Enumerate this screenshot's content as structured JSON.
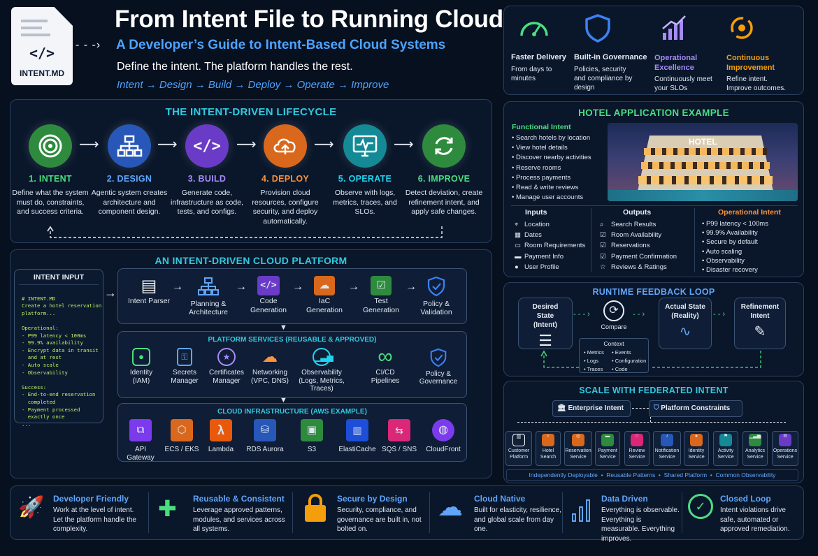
{
  "header": {
    "file_label": "INTENT.MD",
    "title": "From Intent File to Running Cloud",
    "subtitle": "A Developer’s Guide to Intent-Based Cloud Systems",
    "tagline": "Define the intent. The platform handles the rest.",
    "flow": "Intent → Design → Build → Deploy → Operate → Improve"
  },
  "benefits": [
    {
      "title": "Faster Delivery",
      "desc": "From days to minutes",
      "color": "#ffffff"
    },
    {
      "title": "Built-in Governance",
      "desc": "Policies, security and compliance by design",
      "color": "#ffffff"
    },
    {
      "title": "Operational Excellence",
      "desc": "Continuously meet your SLOs",
      "color": "#a78bfa"
    },
    {
      "title": "Continuous Improvement",
      "desc": "Refine intent. Improve outcomes.",
      "color": "#f59e0b"
    }
  ],
  "lifecycle": {
    "title": "THE INTENT-DRIVEN LIFECYCLE",
    "steps": [
      {
        "title": "1. INTENT",
        "desc": "Define what the system must do, constraints, and success criteria.",
        "color": "#2e8b3e",
        "tcolor": "#4ade80"
      },
      {
        "title": "2. DESIGN",
        "desc": "Agentic system creates architecture and component design.",
        "color": "#2757b8",
        "tcolor": "#60a5fa"
      },
      {
        "title": "3. BUILD",
        "desc": "Generate code, infrastructure as code, tests, and configs.",
        "color": "#6a3bc7",
        "tcolor": "#a78bfa"
      },
      {
        "title": "4. DEPLOY",
        "desc": "Provision cloud resources, configure security, and deploy automatically.",
        "color": "#d9681c",
        "tcolor": "#fb923c"
      },
      {
        "title": "5. OPERATE",
        "desc": "Observe with logs, metrics, traces, and SLOs.",
        "color": "#138a96",
        "tcolor": "#22d3ee"
      },
      {
        "title": "6. IMPROVE",
        "desc": "Detect deviation, create refinement intent, and apply safe changes.",
        "color": "#2e8b3e",
        "tcolor": "#4ade80"
      }
    ]
  },
  "hotel": {
    "title": "HOTEL APPLICATION EXAMPLE",
    "functional_title": "Functional Intent",
    "functional": [
      "Search hotels by location",
      "View hotel details",
      "Discover nearby activities",
      "Reserve rooms",
      "Process payments",
      "Read & write reviews",
      "Manage user accounts"
    ],
    "sign": "HOTEL",
    "inputs_title": "Inputs",
    "inputs": [
      "Location",
      "Dates",
      "Room Requirements",
      "Payment Info",
      "User Profile"
    ],
    "outputs_title": "Outputs",
    "outputs": [
      "Search Results",
      "Room Availability",
      "Reservations",
      "Payment Confirmation",
      "Reviews & Ratings"
    ],
    "ops_title": "Operational Intent",
    "ops": [
      "P99 latency < 100ms",
      "99.9% Availability",
      "Secure by default",
      "Auto scaling",
      "Observability",
      "Disaster recovery"
    ]
  },
  "platform": {
    "title": "AN INTENT-DRIVEN CLOUD PLATFORM",
    "input_title": "INTENT INPUT",
    "input_lines": [
      "# INTENT.MD",
      "Create a hotel reservation",
      "platform...",
      "",
      "Operational:",
      "- P99 latency < 100ms",
      "- 99.9% availability",
      "- Encrypt data in transit",
      "  and at rest",
      "- Auto scale",
      "- Observability",
      "",
      "Success:",
      "- End-to-end reservation",
      "  completed",
      "- Payment processed",
      "  exactly once",
      "..."
    ],
    "pipeline": [
      "Intent Parser",
      "Planning & Architecture",
      "Code Generation",
      "IaC Generation",
      "Test Generation",
      "Policy & Validation"
    ],
    "services_title": "PLATFORM SERVICES (REUSABLE & APPROVED)",
    "services": [
      "Identity (IAM)",
      "Secrets Manager",
      "Certificates Manager",
      "Networking (VPC, DNS)",
      "Observability (Logs, Metrics, Traces)",
      "CI/CD Pipelines",
      "Policy & Governance"
    ],
    "infra_title": "CLOUD INFRASTRUCTURE (AWS EXAMPLE)",
    "infra": [
      "API Gateway",
      "ECS / EKS",
      "Lambda",
      "RDS Aurora",
      "S3",
      "ElastiCache",
      "SQS / SNS",
      "CloudFront"
    ]
  },
  "feedback": {
    "title": "RUNTIME FEEDBACK LOOP",
    "desired": "Desired State (Intent)",
    "compare": "Compare",
    "actual": "Actual State (Reality)",
    "refine": "Refinement Intent",
    "context_title": "Context",
    "context": [
      "Metrics",
      "Events",
      "Logs",
      "Configuration",
      "Traces",
      "Code"
    ]
  },
  "federated": {
    "title": "SCALE WITH FEDERATED INTENT",
    "enterprise": "Enterprise Intent",
    "constraints": "Platform Constraints",
    "services": [
      "Customer Platform",
      "Hotel Search",
      "Reservation Service",
      "Payment Service",
      "Review Service",
      "Notification Service",
      "Identity Service",
      "Activity Service",
      "Analytics Service",
      "Operations Service"
    ],
    "footer": "Independently Deployable  •  Reusable Patterns  •  Shared Platform  •  Common Observability"
  },
  "bottom": [
    {
      "title": "Developer Friendly",
      "desc": "Work at the level of intent. Let the platform handle the complexity."
    },
    {
      "title": "Reusable & Consistent",
      "desc": "Leverage approved patterns, modules, and services across all systems."
    },
    {
      "title": "Secure by Design",
      "desc": "Security, compliance, and governance are built in, not bolted on."
    },
    {
      "title": "Cloud Native",
      "desc": "Built for elasticity, resilience, and global scale from day one."
    },
    {
      "title": "Data Driven",
      "desc": "Everything is observable. Everything is measurable. Everything improves."
    },
    {
      "title": "Closed Loop",
      "desc": "Intent violations drive safe, automated or approved remediation."
    }
  ]
}
